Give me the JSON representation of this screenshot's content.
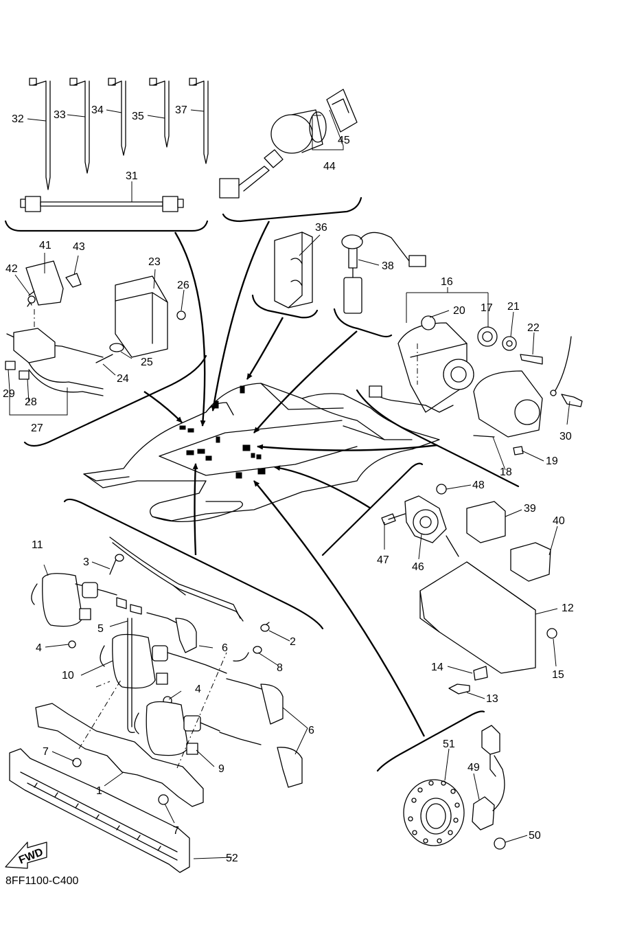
{
  "figure_code": "8FF1100-C400",
  "fwd_label": "FWD",
  "callouts": [
    "1",
    "2",
    "3",
    "4",
    "4",
    "5",
    "6",
    "6",
    "6",
    "7",
    "7",
    "8",
    "9",
    "10",
    "11",
    "12",
    "13",
    "14",
    "15",
    "16",
    "17",
    "18",
    "19",
    "20",
    "21",
    "22",
    "23",
    "24",
    "25",
    "26",
    "27",
    "28",
    "29",
    "30",
    "31",
    "32",
    "33",
    "34",
    "35",
    "36",
    "37",
    "38",
    "39",
    "40",
    "41",
    "42",
    "43",
    "44",
    "45",
    "46",
    "47",
    "48",
    "49",
    "50",
    "51",
    "52"
  ]
}
